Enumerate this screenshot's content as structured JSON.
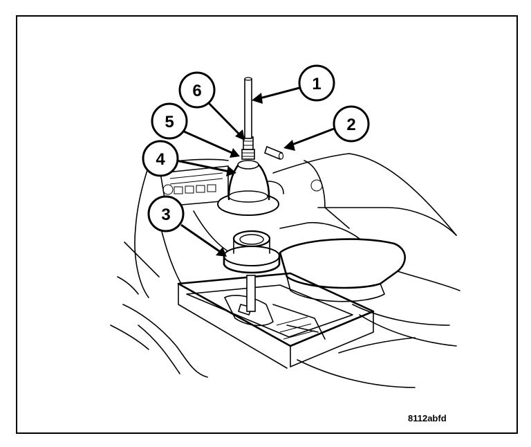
{
  "figure": {
    "code": "8112abfd",
    "callouts": [
      {
        "id": "c1",
        "label": "1"
      },
      {
        "id": "c2",
        "label": "2"
      },
      {
        "id": "c3",
        "label": "3"
      },
      {
        "id": "c4",
        "label": "4"
      },
      {
        "id": "c5",
        "label": "5"
      },
      {
        "id": "c6",
        "label": "6"
      }
    ]
  }
}
